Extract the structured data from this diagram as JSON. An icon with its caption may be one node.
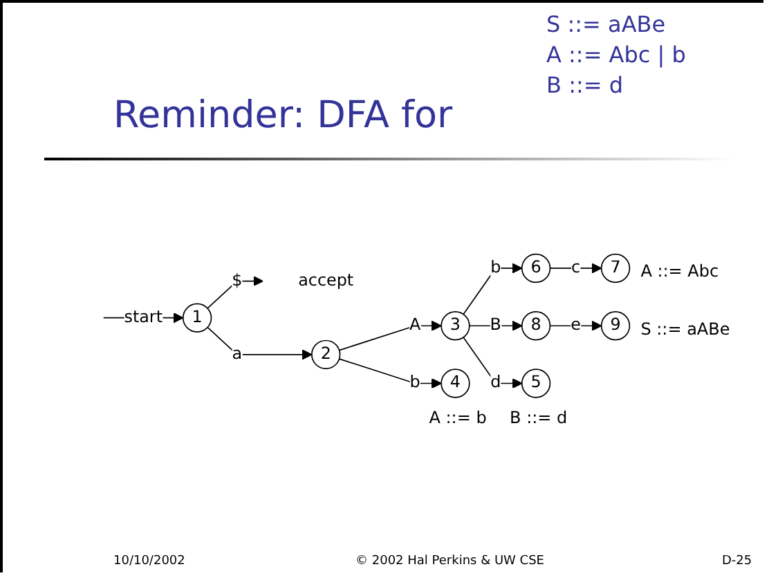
{
  "diagram": {
    "title": "Reminder: DFA for",
    "nodes": [
      {
        "text": [
          "accept"
        ]
      },
      {
        "text": [
          "1"
        ]
      },
      {
        "text": [
          "2"
        ]
      },
      {
        "text": [
          "3"
        ]
      },
      {
        "text": [
          "8"
        ]
      },
      {
        "text": [
          "9"
        ],
        "beside": [
          "S ::= aABe"
        ]
      },
      {
        "text": [
          "6"
        ]
      },
      {
        "text": [
          "7"
        ],
        "beside": [
          "A ::= Abc"
        ]
      },
      {
        "text": [
          "4"
        ],
        "beside": [
          "A ::= b"
        ]
      },
      {
        "text": [
          "5"
        ],
        "beside": [
          "B ::= d"
        ]
      }
    ],
    "edges": [
      {
        "from": null,
        "to": 1,
        "arrow": "to",
        "label": "start"
      },
      {
        "from": 1,
        "to": 0,
        "arrow": "to",
        "label": "$"
      },
      {
        "from": 1,
        "to": 2,
        "arrow": "to",
        "label": "a"
      },
      {
        "from": 2,
        "to": 3,
        "arrow": "to",
        "label": "A"
      },
      {
        "from": 2,
        "to": 8,
        "arrow": "to",
        "label": "b"
      },
      {
        "from": 3,
        "to": 9,
        "arrow": "to",
        "label": "d"
      },
      {
        "from": 3,
        "to": 6,
        "arrow": "to",
        "label": "b"
      },
      {
        "from": 3,
        "to": 4,
        "arrow": "to",
        "label": "B"
      },
      {
        "from": 4,
        "to": 5,
        "arrow": "to",
        "label": "e"
      },
      {
        "from": 6,
        "to": 7,
        "arrow": "to",
        "label": "c"
      }
    ],
    "labels": [
      "S ::= aABe",
      "A ::= Abc | b",
      "B ::= d",
      "10/10/2002",
      "© 2002 Hal Perkins & UW CSE",
      "D-25"
    ]
  }
}
